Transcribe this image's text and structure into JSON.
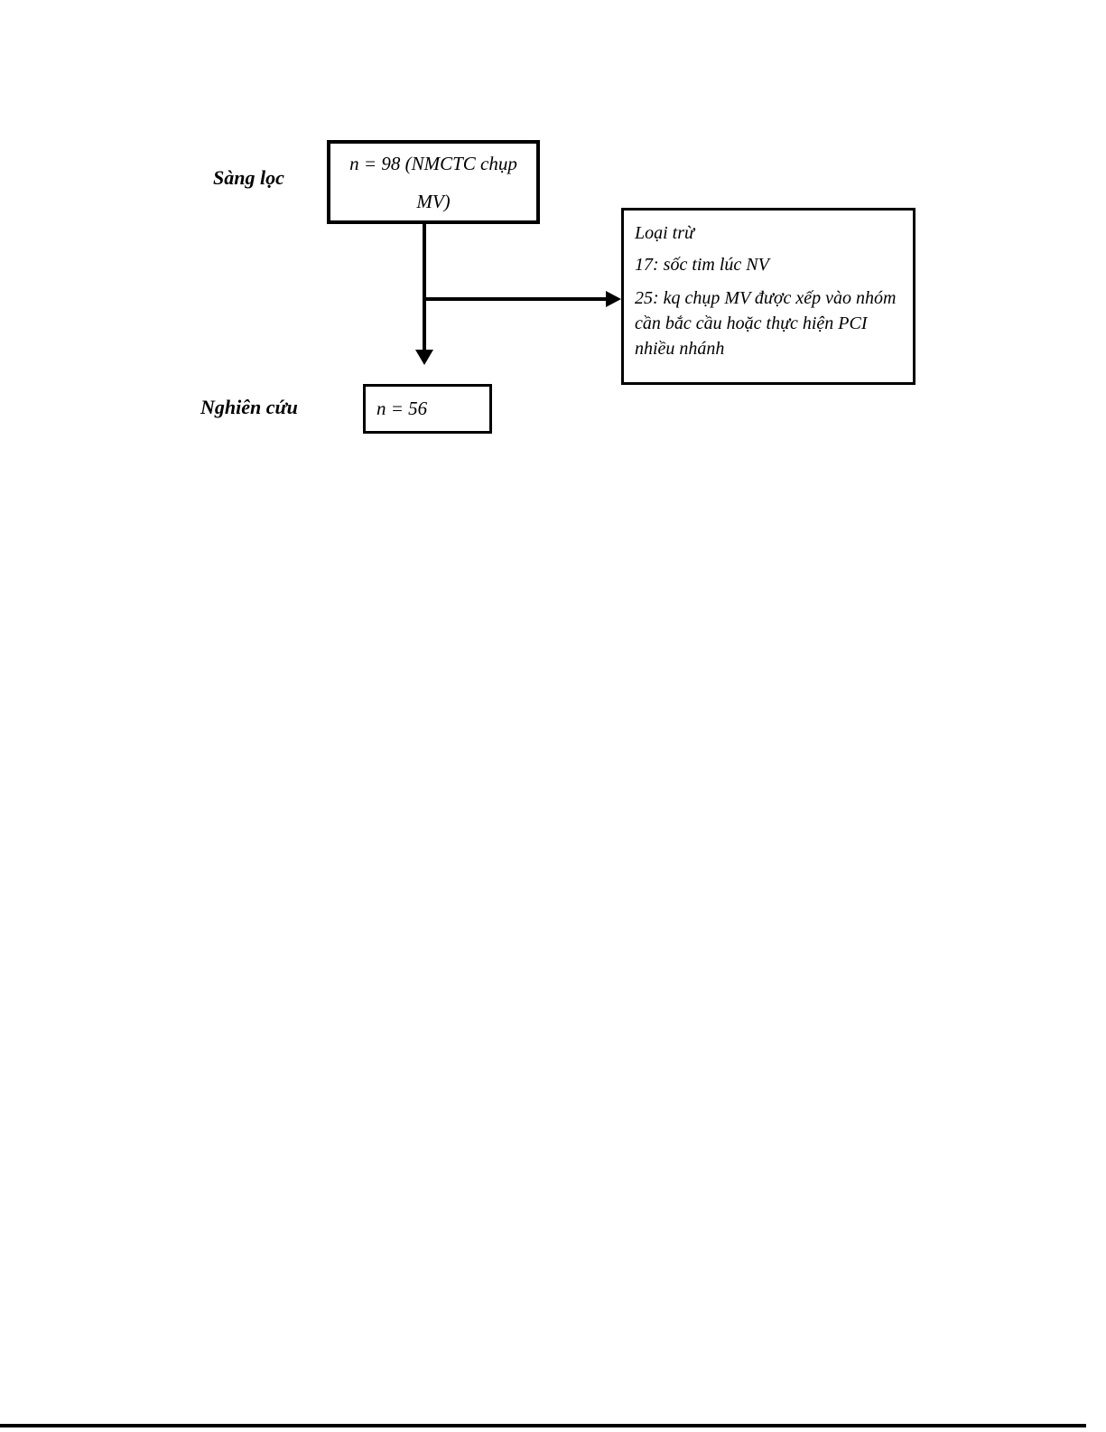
{
  "diagram": {
    "labels": {
      "screening": "Sàng lọc",
      "study": "Nghiên cứu"
    },
    "screening_box": {
      "line1": "n = 98 (NMCTC chụp",
      "line2": "MV)"
    },
    "exclusion_box": {
      "title": "Loại trừ",
      "item1": "17: sốc tim lúc NV",
      "item2": "25: kq chụp MV được xếp vào nhóm cần bắc cầu hoặc thực hiện PCI nhiều nhánh"
    },
    "study_box": {
      "text": "n = 56"
    },
    "colors": {
      "ink": "#000000",
      "background": "#ffffff"
    }
  }
}
